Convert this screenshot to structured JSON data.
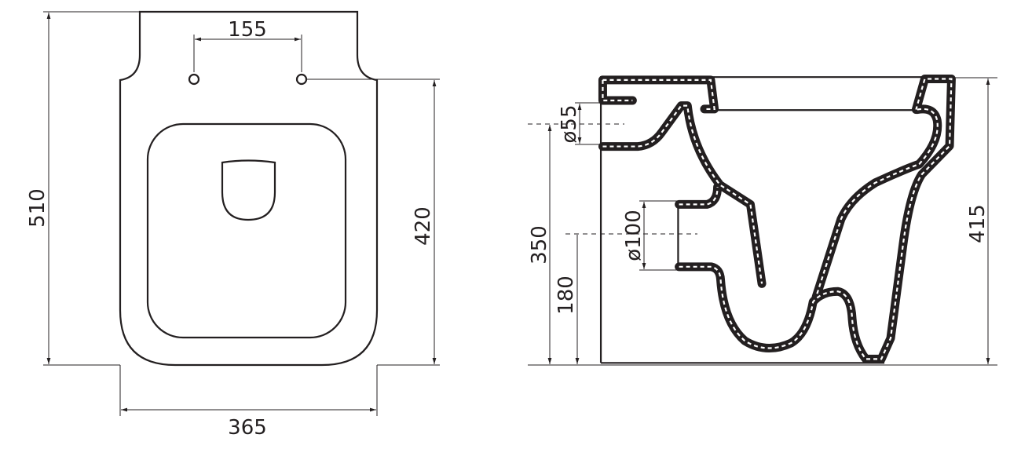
{
  "front_view": {
    "dimensions": {
      "height_total": "510",
      "height_seat": "420",
      "hole_spacing": "155",
      "width": "365"
    }
  },
  "side_view": {
    "dimensions": {
      "height": "415",
      "inlet_height": "350",
      "outlet_height": "180",
      "inlet_diameter": "ø55",
      "outlet_diameter": "ø100"
    }
  },
  "colors": {
    "line": "#231f20",
    "background": "#ffffff"
  }
}
